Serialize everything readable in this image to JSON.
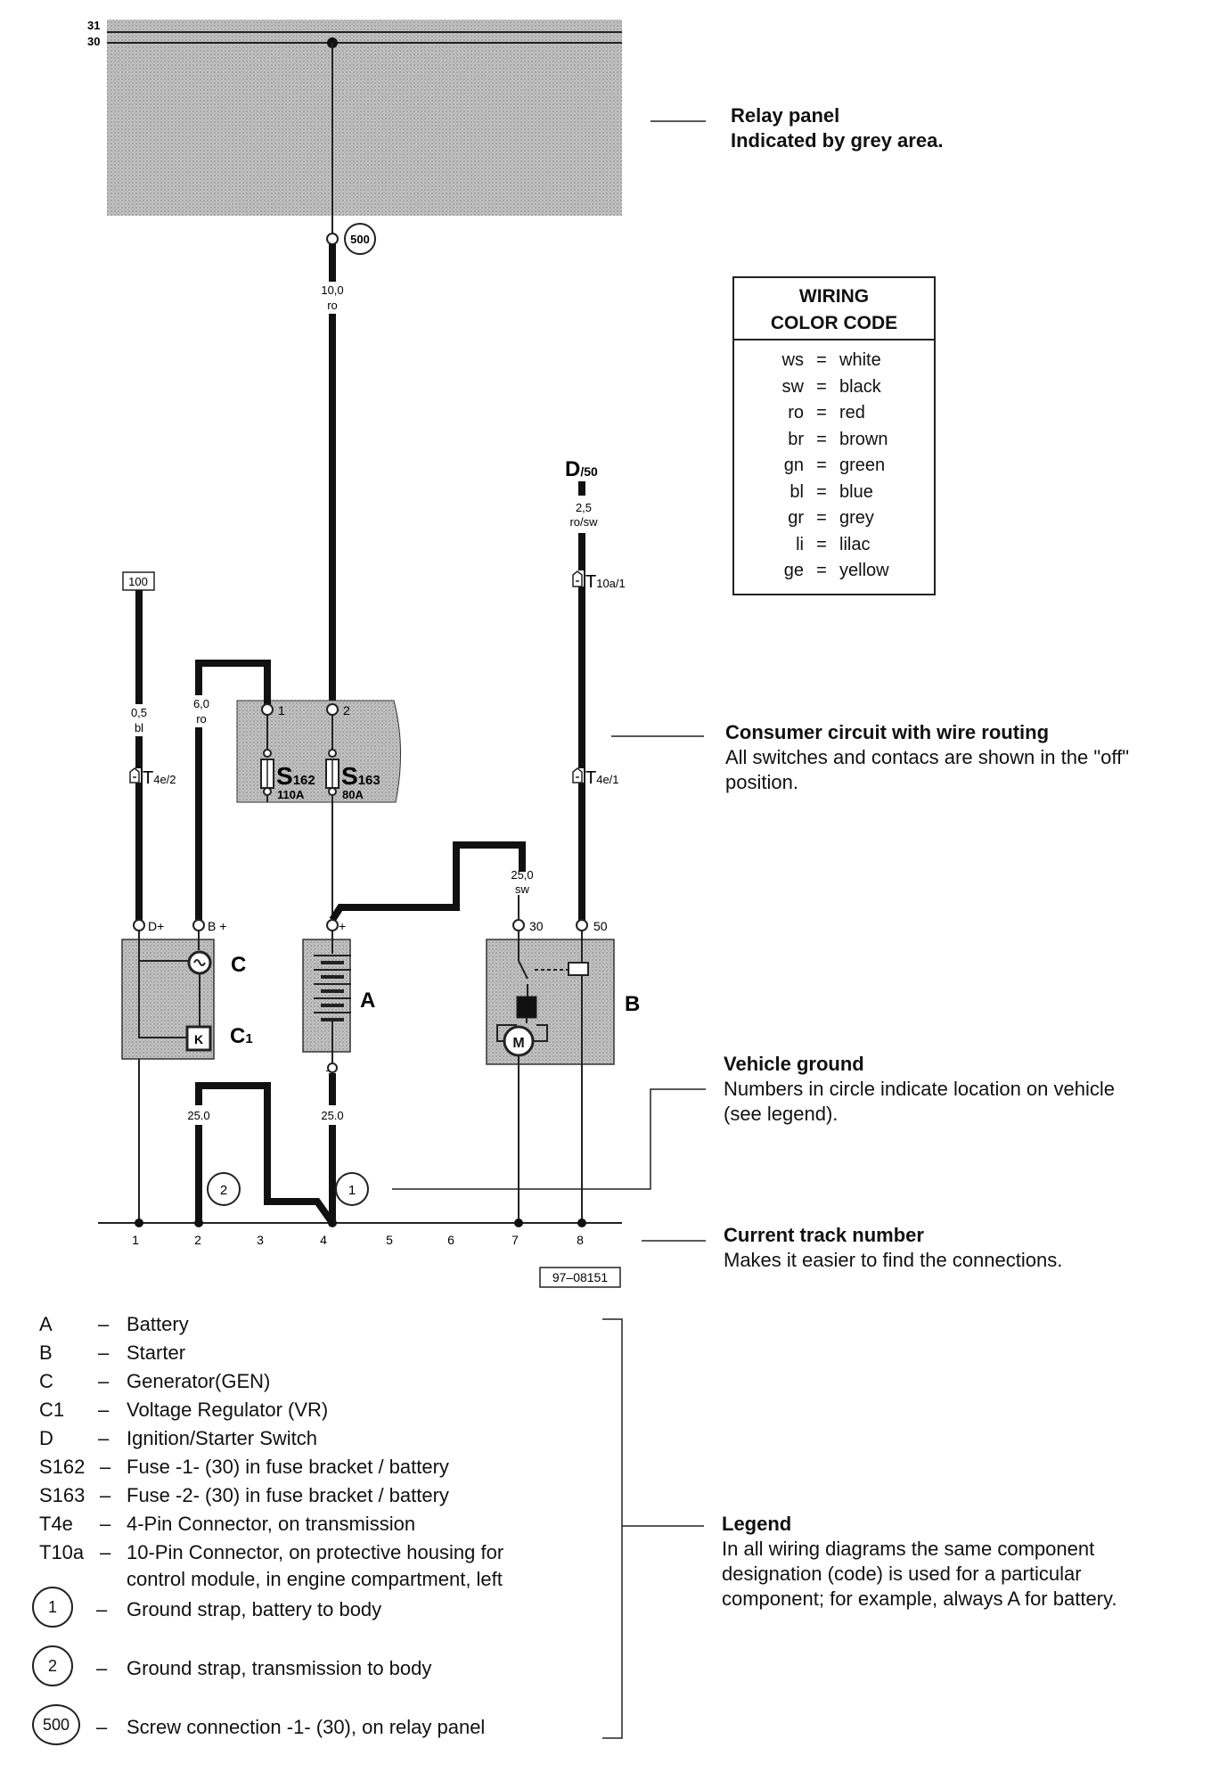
{
  "relay_panel": {
    "track_31": "31",
    "track_30": "30",
    "annotation_title": "Relay panel",
    "annotation_body": "Indicated by grey area."
  },
  "color_code": {
    "title_line1": "WIRING",
    "title_line2": "COLOR CODE",
    "rows": [
      {
        "abbr": "ws",
        "eq": "=",
        "color": "white"
      },
      {
        "abbr": "sw",
        "eq": "=",
        "color": "black"
      },
      {
        "abbr": "ro",
        "eq": "=",
        "color": "red"
      },
      {
        "abbr": "br",
        "eq": "=",
        "color": "brown"
      },
      {
        "abbr": "gn",
        "eq": "=",
        "color": "green"
      },
      {
        "abbr": "bl",
        "eq": "=",
        "color": "blue"
      },
      {
        "abbr": "gr",
        "eq": "=",
        "color": "grey"
      },
      {
        "abbr": "li",
        "eq": "=",
        "color": "lilac"
      },
      {
        "abbr": "ge",
        "eq": "=",
        "color": "yellow"
      }
    ]
  },
  "wires": {
    "w500_size": "10,0",
    "w500_color": "ro",
    "w100_size": "0,5",
    "w100_color": "bl",
    "wB_size": "6,0",
    "wB_color": "ro",
    "wD_size": "2,5",
    "wD_color": "ro/sw",
    "wStarter_size": "25,0",
    "wStarter_color": "sw",
    "wGround2_size": "25.0",
    "wGround1_size": "25.0"
  },
  "labels": {
    "screw_500": "500",
    "ref_100": "100",
    "switch_D": "D",
    "switch_D_sub": "/50",
    "conn_T10a": "T",
    "conn_T10a_sub": "10a/1",
    "conn_T4e2": "T",
    "conn_T4e2_sub": "4e/2",
    "conn_T4e1": "T",
    "conn_T4e1_sub": "4e/1",
    "fuse_pin1": "1",
    "fuse_pin2": "2",
    "fuse_S162": "S",
    "fuse_S162_sub": "162",
    "fuse_S162_amp": "110A",
    "fuse_S163": "S",
    "fuse_S163_sub": "163",
    "fuse_S163_amp": "80A",
    "gen_Dplus": "D+",
    "gen_Bplus": "B +",
    "gen_C": "C",
    "gen_C1": "C",
    "gen_C1_sub": "1",
    "bat_plus": "+",
    "bat_minus": "–",
    "bat_A": "A",
    "starter_30": "30",
    "starter_50": "50",
    "starter_B": "B",
    "ground_1": "1",
    "ground_2": "2",
    "figure_id": "97–08151"
  },
  "track_numbers": [
    "1",
    "2",
    "3",
    "4",
    "5",
    "6",
    "7",
    "8"
  ],
  "annotations": {
    "consumer_title": "Consumer circuit with wire routing",
    "consumer_body1": "All switches and contacs are shown in the \"off\"",
    "consumer_body2": "position.",
    "ground_title": "Vehicle ground",
    "ground_body1": "Numbers in circle indicate location on vehicle",
    "ground_body2": "(see legend).",
    "track_title": "Current track number",
    "track_body": "Makes it easier to find the connections.",
    "legend_title": "Legend",
    "legend_body1": "In all wiring diagrams the same component",
    "legend_body2": "designation (code) is used for a particular",
    "legend_body3": "component; for example, always A for battery."
  },
  "legend": [
    {
      "code": "A",
      "dash": "–",
      "desc": "Battery"
    },
    {
      "code": "B",
      "dash": "–",
      "desc": "Starter"
    },
    {
      "code": "C",
      "dash": "–",
      "desc": "Generator(GEN)"
    },
    {
      "code": "C1",
      "dash": "–",
      "desc": "Voltage Regulator (VR)"
    },
    {
      "code": "D",
      "dash": "–",
      "desc": "Ignition/Starter Switch"
    },
    {
      "code": "S162",
      "dash": "–",
      "desc": "Fuse -1- (30) in fuse bracket / battery"
    },
    {
      "code": "S163",
      "dash": "–",
      "desc": "Fuse -2- (30) in fuse bracket / battery"
    },
    {
      "code": "T4e",
      "dash": "–",
      "desc": "4-Pin Connector, on transmission"
    },
    {
      "code": "T10a",
      "dash": "–",
      "desc": "10-Pin Connector, on protective housing for",
      "desc2": "control module, in engine compartment, left"
    },
    {
      "code": "1",
      "dash": "–",
      "desc": "Ground strap, battery to body"
    },
    {
      "code": "2",
      "dash": "–",
      "desc": "Ground strap, transmission to body"
    },
    {
      "code": "500",
      "dash": "–",
      "desc": "Screw connection -1- (30), on relay panel"
    }
  ]
}
